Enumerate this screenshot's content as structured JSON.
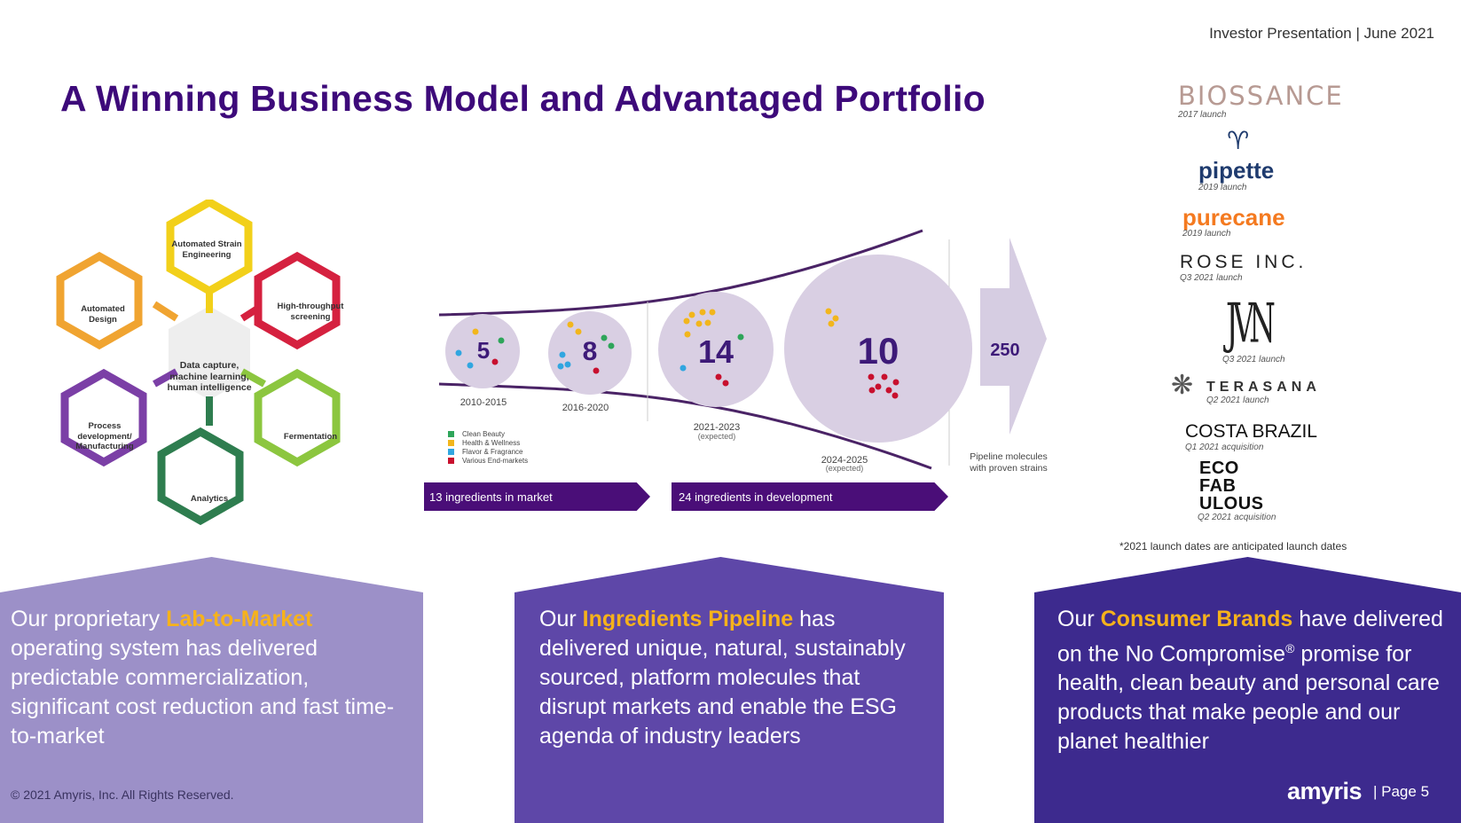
{
  "header": {
    "tag": "Investor Presentation | June 2021",
    "title": "A Winning Business Model and Advantaged Portfolio"
  },
  "hex_diagram": {
    "center": "Data capture, machine learning, human intelligence",
    "nodes": [
      {
        "label": "Automated Strain Engineering",
        "color": "#f2d01a"
      },
      {
        "label": "High-throughput screening",
        "color": "#d5213f"
      },
      {
        "label": "Fermentation",
        "color": "#8cc63f"
      },
      {
        "label": "Analytics",
        "color": "#2e7d4f"
      },
      {
        "label": "Process development/ Manufacturing",
        "color": "#7b3fa6"
      },
      {
        "label": "Automated Design",
        "color": "#f0a431"
      }
    ]
  },
  "pipeline": {
    "bubbles": [
      {
        "count": "5",
        "period": "2010-2015",
        "sub": ""
      },
      {
        "count": "8",
        "period": "2016-2020",
        "sub": ""
      },
      {
        "count": "14",
        "period": "2021-2023",
        "sub": "(expected)"
      },
      {
        "count": "10",
        "period": "2024-2025",
        "sub": "(expected)"
      }
    ],
    "arrow_count": "250",
    "arrow_note": "Pipeline molecules with proven strains",
    "legend": [
      {
        "label": "Clean Beauty",
        "color": "#2ea55a"
      },
      {
        "label": "Health & Wellness",
        "color": "#f2b61c"
      },
      {
        "label": "Flavor & Fragrance",
        "color": "#31a6e0"
      },
      {
        "label": "Various End-markets",
        "color": "#c8102e"
      }
    ],
    "banner_market": "13 ingredients in market",
    "banner_development": "24 ingredients in development"
  },
  "brands": [
    {
      "name": "BIOSSANCE",
      "caption": "2017 launch"
    },
    {
      "name": "pipette",
      "caption": "2019 launch"
    },
    {
      "name": "purecane",
      "caption": "2019 launch"
    },
    {
      "name": "ROSE INC.",
      "caption": "Q3 2021 launch"
    },
    {
      "name": "JVN",
      "caption": "Q3 2021 launch"
    },
    {
      "name": "TERASANA",
      "caption": "Q2 2021 launch"
    },
    {
      "name": "COSTA BRAZIL",
      "caption": "Q1 2021 acquisition"
    },
    {
      "name": "ECO FAB ULOUS",
      "caption": "Q2 2021 acquisition"
    }
  ],
  "brands_footnote": "*2021 launch dates are anticipated launch dates",
  "panels": [
    {
      "pre": "Our proprietary ",
      "highlight": "Lab-to-Market",
      "post": " operating system has delivered predictable commercialization, significant cost reduction and fast time-to-market",
      "color": "#9c90c8"
    },
    {
      "pre": "Our ",
      "highlight": "Ingredients Pipeline",
      "post": " has delivered unique, natural, sustainably sourced, platform molecules that disrupt markets and enable the ESG agenda of industry leaders",
      "color": "#5e47a8"
    },
    {
      "pre": "Our ",
      "highlight": "Consumer Brands",
      "post": " have delivered on the No Compromise",
      "sup": "®",
      "post2": " promise for health, clean beauty and personal care products that make people and our planet healthier",
      "color": "#3d2a8e"
    }
  ],
  "footer": {
    "copyright": "© 2021 Amyris, Inc. All Rights Reserved.",
    "logo": "amyris",
    "page": "| Page 5"
  }
}
